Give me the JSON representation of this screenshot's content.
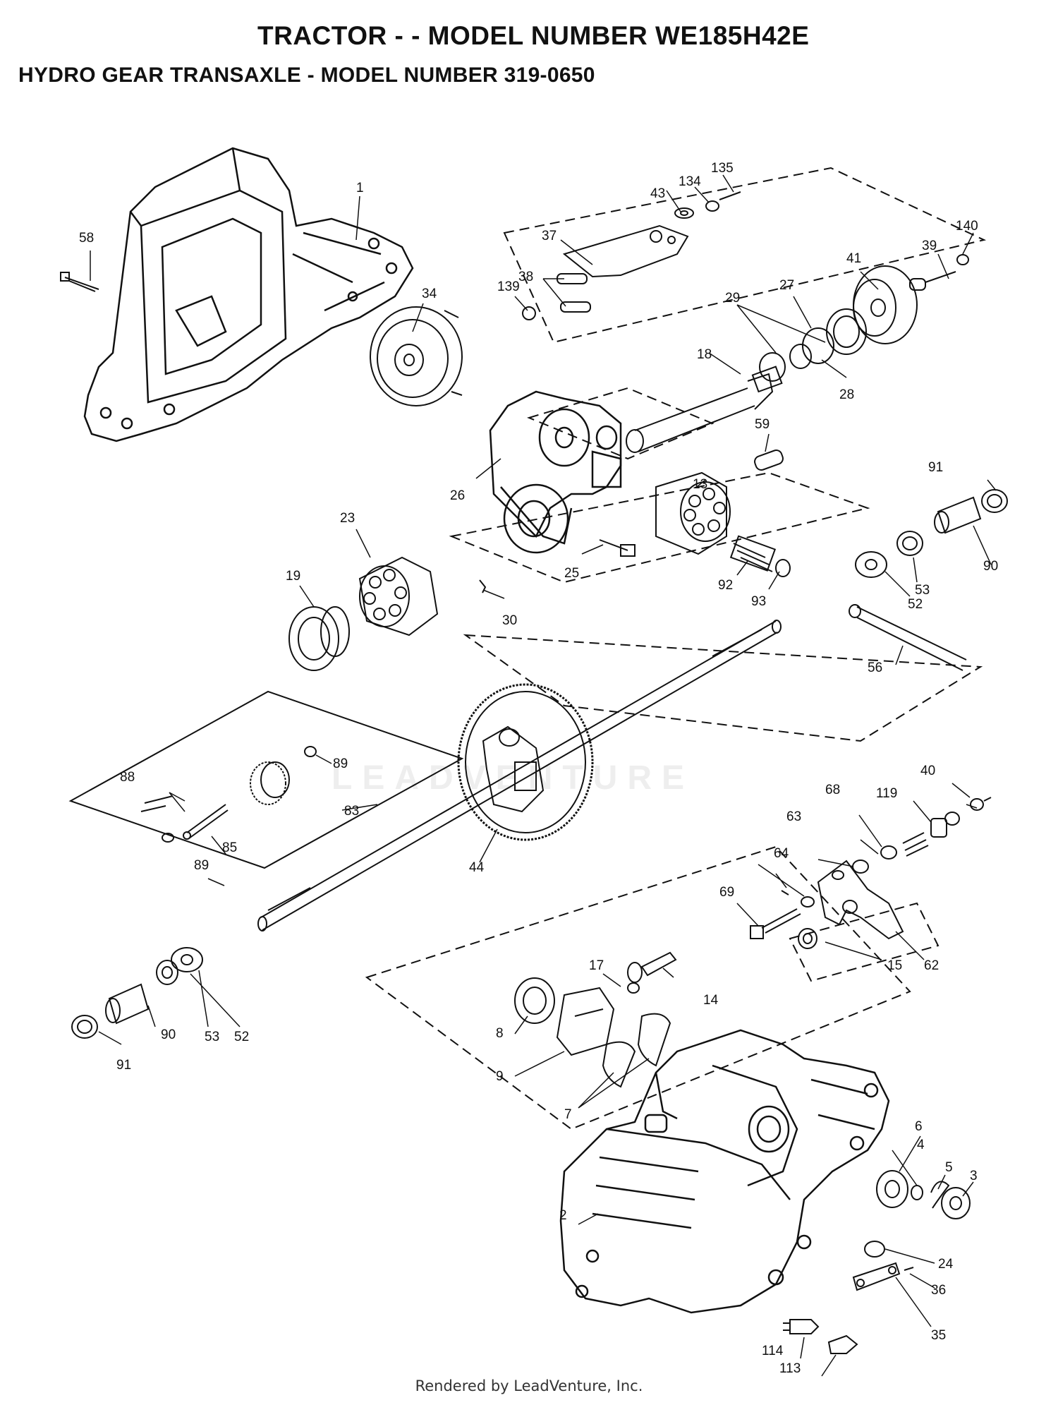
{
  "header": {
    "title": "TRACTOR - - MODEL NUMBER WE185H42E",
    "subtitle": "HYDRO GEAR TRANSAXLE - MODEL NUMBER 319-0650"
  },
  "watermark": "LEADVENTURE",
  "footer": {
    "text": "Rendered by LeadVenture, Inc."
  },
  "callouts": [
    "1",
    "58",
    "34",
    "135",
    "134",
    "43",
    "37",
    "38",
    "139",
    "140",
    "39",
    "41",
    "27",
    "29",
    "28",
    "18",
    "59",
    "26",
    "13",
    "91",
    "23",
    "25",
    "19",
    "30",
    "92",
    "93",
    "52",
    "53",
    "90",
    "56",
    "89",
    "88",
    "83",
    "85",
    "44",
    "68",
    "119",
    "40",
    "63",
    "64",
    "69",
    "15",
    "62",
    "17",
    "14",
    "8",
    "9",
    "7",
    "6",
    "4",
    "5",
    "3",
    "2",
    "24",
    "36",
    "35",
    "114",
    "113"
  ]
}
